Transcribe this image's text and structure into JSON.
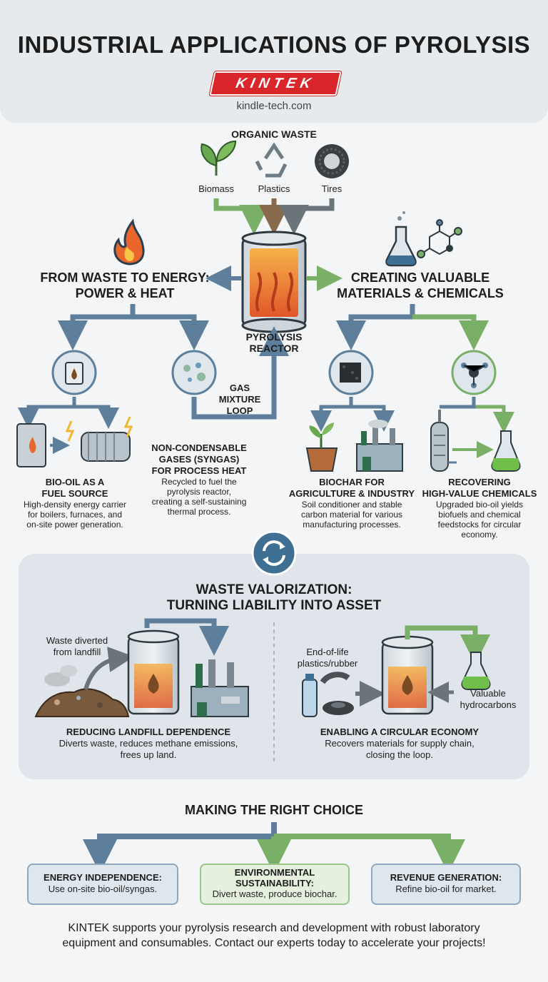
{
  "header": {
    "title": "INDUSTRIAL APPLICATIONS OF PYROLYSIS",
    "logo": "KINTEK",
    "url": "kindle-tech.com"
  },
  "inputs": {
    "heading": "ORGANIC WASTE",
    "items": [
      "Biomass",
      "Plastics",
      "Tires"
    ]
  },
  "reactor": {
    "label_line1": "PYROLYSIS",
    "label_line2": "REACTOR"
  },
  "energy": {
    "heading_line1": "FROM WASTE TO ENERGY:",
    "heading_line2": "POWER & HEAT",
    "bio_oil": {
      "title_line1": "BIO-OIL AS A",
      "title_line2": "FUEL SOURCE",
      "desc_line1": "High-density energy carrier",
      "desc_line2": "for boilers, furnaces, and",
      "desc_line3": "on-site power generation."
    },
    "gas_loop": {
      "line1": "GAS",
      "line2": "MIXTURE",
      "line3": "LOOP"
    },
    "syngas": {
      "title_line1": "NON-CONDENSABLE",
      "title_line2": "GASES (SYNGAS)",
      "title_line3": "FOR PROCESS HEAT",
      "desc_line1": "Recycled to fuel the",
      "desc_line2": "pyrolysis reactor,",
      "desc_line3": "creating a self-sustaining",
      "desc_line4": "thermal process."
    }
  },
  "materials": {
    "heading_line1": "CREATING VALUABLE",
    "heading_line2": "MATERIALS & CHEMICALS",
    "biochar": {
      "title_line1": "BIOCHAR FOR",
      "title_line2": "AGRICULTURE & INDUSTRY",
      "desc_line1": "Soil conditioner and stable",
      "desc_line2": "carbon material for various",
      "desc_line3": "manufacturing processes."
    },
    "chemicals": {
      "title_line1": "RECOVERING",
      "title_line2": "HIGH-VALUE CHEMICALS",
      "desc_line1": "Upgraded bio-oil yields",
      "desc_line2": "biofuels and chemical",
      "desc_line3": "feedstocks for circular",
      "desc_line4": "economy."
    }
  },
  "valorization": {
    "heading_line1": "WASTE VALORIZATION:",
    "heading_line2": "TURNING LIABILITY INTO ASSET",
    "landfill": {
      "note_line1": "Waste diverted",
      "note_line2": "from landfill",
      "title": "REDUCING LANDFILL DEPENDENCE",
      "desc_line1": "Diverts waste, reduces methane emissions,",
      "desc_line2": "frees up land."
    },
    "circular": {
      "note_line1": "End-of-life",
      "note_line2": "plastics/rubber",
      "note2_line1": "Valuable",
      "note2_line2": "hydrocarbons",
      "title": "ENABLING A CIRCULAR ECONOMY",
      "desc_line1": "Recovers materials for supply chain,",
      "desc_line2": "closing the loop."
    }
  },
  "choice": {
    "heading": "MAKING THE RIGHT CHOICE",
    "options": [
      {
        "title": "ENERGY INDEPENDENCE:",
        "desc": "Use on-site bio-oil/syngas."
      },
      {
        "title_line1": "ENVIRONMENTAL",
        "title_line2": "SUSTAINABILITY:",
        "desc": "Divert waste, produce biochar."
      },
      {
        "title": "REVENUE GENERATION:",
        "desc": "Refine bio-oil for market."
      }
    ]
  },
  "footer": {
    "line1": "KINTEK supports your pyrolysis research and development with robust laboratory",
    "line2": "equipment and consumables. Contact our experts today to accelerate your projects!"
  },
  "colors": {
    "arrow_blue": "#5d7f9c",
    "arrow_green": "#7aaf68",
    "arrow_brown": "#8a6a4c",
    "brand_red": "#d8262b",
    "panel": "#dfe5ea"
  }
}
